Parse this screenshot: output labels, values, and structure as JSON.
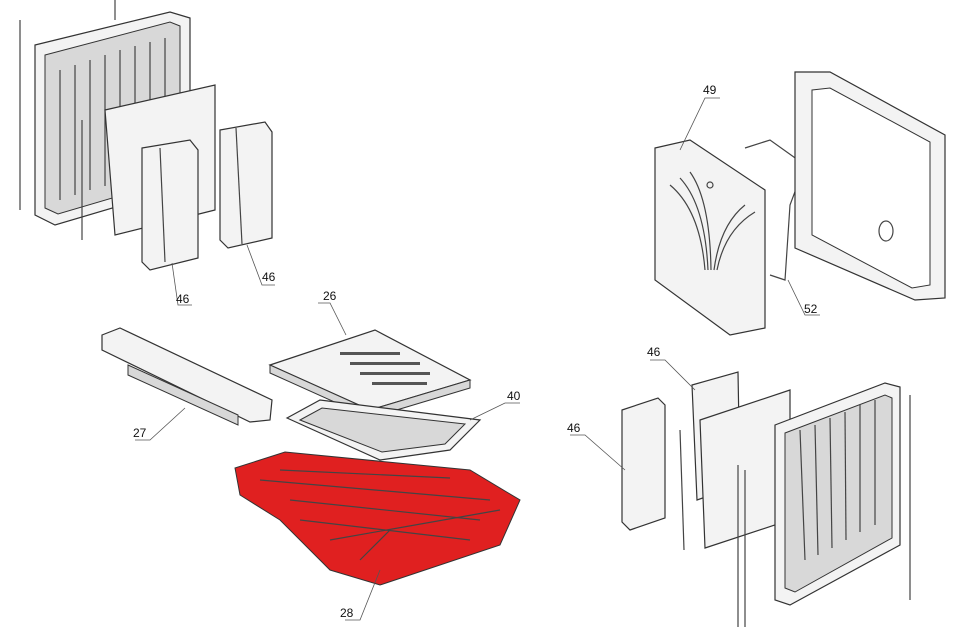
{
  "diagram": {
    "highlight_color": "#e02020",
    "labels": [
      {
        "id": "left-panel-a",
        "text": "46"
      },
      {
        "id": "left-panel-b",
        "text": "46"
      },
      {
        "id": "grate-top",
        "text": "26"
      },
      {
        "id": "front-rail",
        "text": "27"
      },
      {
        "id": "tray",
        "text": "40"
      },
      {
        "id": "ash-box",
        "text": "28"
      },
      {
        "id": "back-plate",
        "text": "49"
      },
      {
        "id": "rod",
        "text": "52"
      },
      {
        "id": "right-panel-a",
        "text": "46"
      },
      {
        "id": "right-panel-b",
        "text": "46"
      }
    ]
  }
}
